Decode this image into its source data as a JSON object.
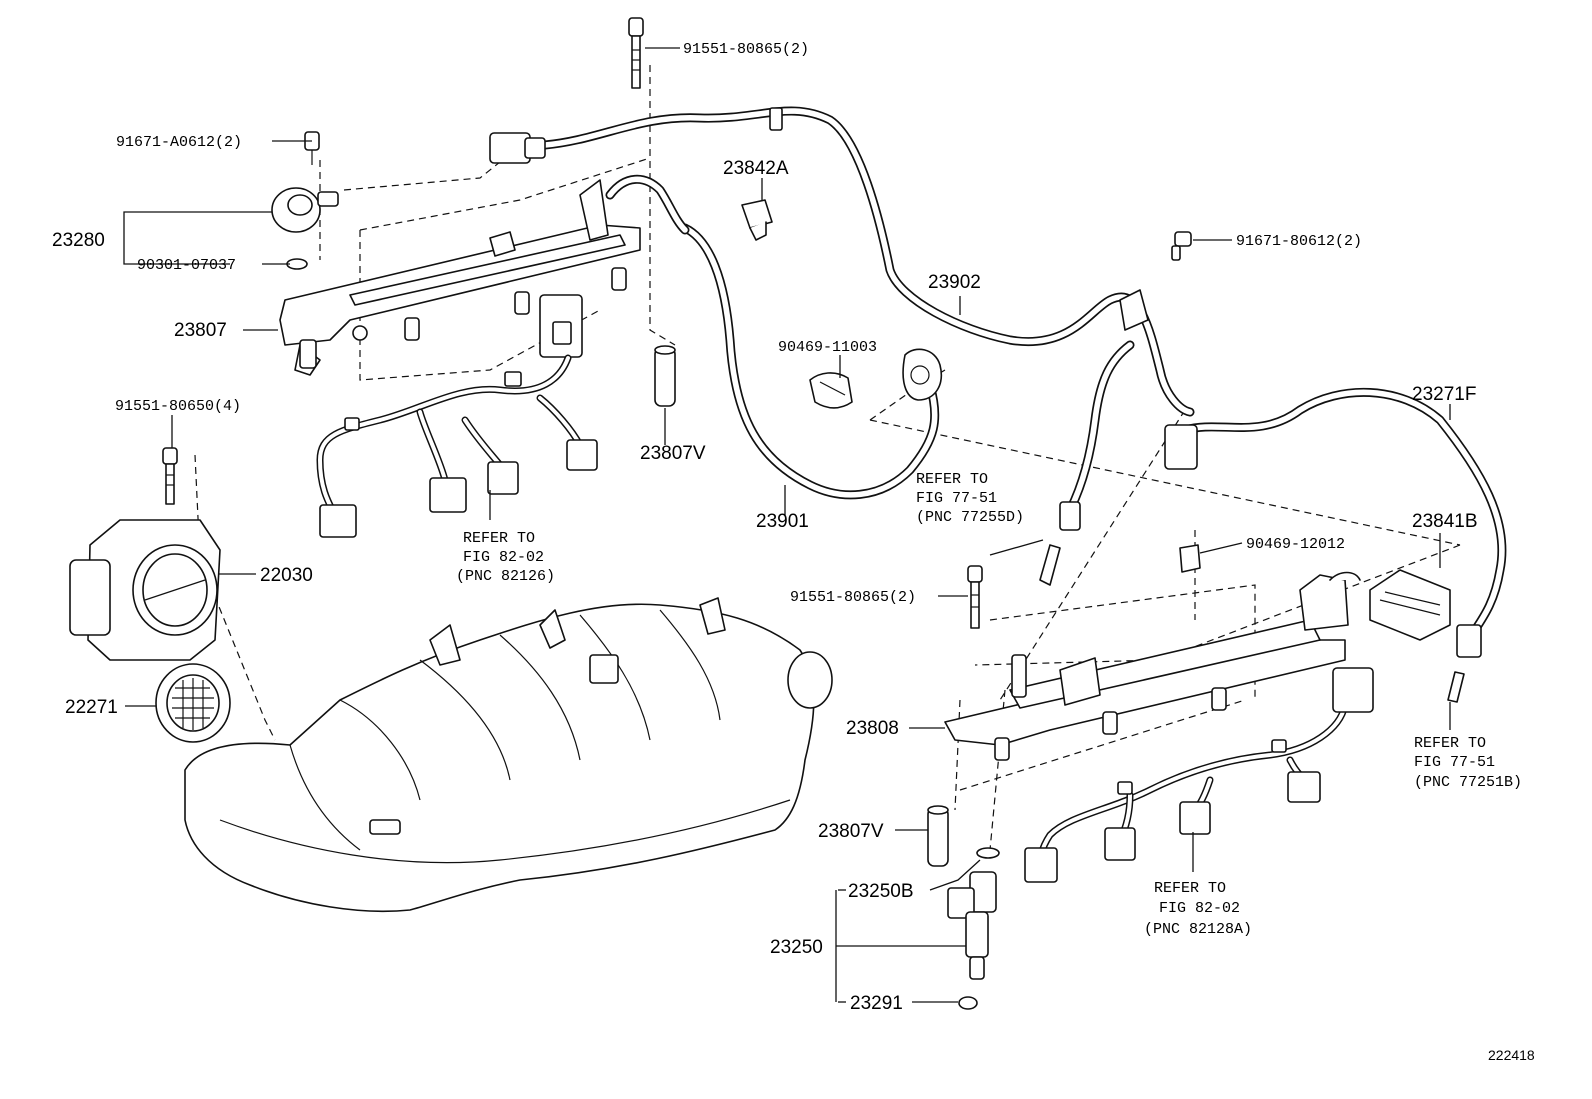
{
  "diagram_id": "222418",
  "labels": {
    "p_91551_80865_top": "91551-80865(2)",
    "p_91671_a0612": "91671-A0612(2)",
    "p_23842a": "23842A",
    "p_23280": "23280",
    "p_90301_07037": "90301-07037",
    "p_91671_80612": "91671-80612(2)",
    "p_23902": "23902",
    "p_23807": "23807",
    "p_90469_11003": "90469-11003",
    "p_23271f": "23271F",
    "p_91551_80650": "91551-80650(4)",
    "p_23807v_top": "23807V",
    "p_23901": "23901",
    "p_23841b": "23841B",
    "p_90469_12012": "90469-12012",
    "p_22030": "22030",
    "p_91551_80865_mid": "91551-80865(2)",
    "p_22271": "22271",
    "p_23808": "23808",
    "p_23807v_bottom": "23807V",
    "p_23250b": "23250B",
    "p_23250": "23250",
    "p_23291": "23291"
  },
  "refs": {
    "ref_77255d": [
      "REFER TO",
      "FIG 77-51",
      "(PNC 77255D)"
    ],
    "ref_82126": [
      "REFER TO",
      "FIG 82-02",
      "(PNC 82126)"
    ],
    "ref_77251b": [
      "REFER TO",
      "FIG 77-51",
      "(PNC 77251B)"
    ],
    "ref_82128a": [
      "REFER TO",
      "FIG 82-02",
      "(PNC 82128A)"
    ]
  }
}
